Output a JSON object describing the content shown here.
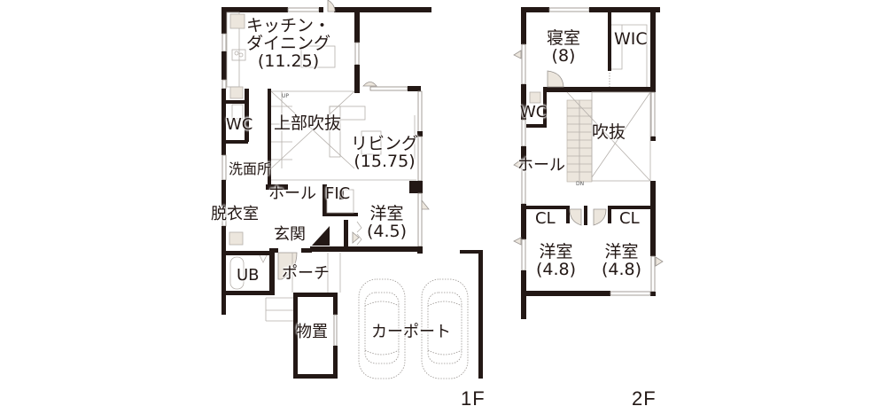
{
  "floor_plan": {
    "floors": [
      {
        "id": "1F",
        "label": "1F",
        "rooms": {
          "kitchen_dining": {
            "name_line1": "キッチン・",
            "name_line2": "ダイニング",
            "size": "(11.25)"
          },
          "open_above": {
            "name": "上部吹抜"
          },
          "living": {
            "name": "リビング",
            "size": "(15.75)"
          },
          "wc": {
            "name": "WC"
          },
          "washroom": {
            "name": "洗面所"
          },
          "hall": {
            "name": "ホール"
          },
          "fic": {
            "name": "FIC"
          },
          "dressing": {
            "name": "脱衣室"
          },
          "western_room": {
            "name": "洋室",
            "size": "(4.5)"
          },
          "entrance": {
            "name": "玄関"
          },
          "unit_bath": {
            "name": "UB"
          },
          "porch": {
            "name": "ポーチ"
          },
          "storage": {
            "name": "物置"
          },
          "carport": {
            "name": "カーポート"
          }
        },
        "stair_marker": "UP"
      },
      {
        "id": "2F",
        "label": "2F",
        "rooms": {
          "bedroom": {
            "name": "寝室",
            "size": "(8)"
          },
          "wic": {
            "name": "WIC"
          },
          "wc": {
            "name": "WC"
          },
          "atrium": {
            "name": "吹抜"
          },
          "hall": {
            "name": "ホール"
          },
          "closet_left": {
            "name": "CL"
          },
          "closet_right": {
            "name": "CL"
          },
          "western_room_left": {
            "name": "洋室",
            "size": "(4.8)"
          },
          "western_room_right": {
            "name": "洋室",
            "size": "(4.8)"
          }
        },
        "stair_marker": "DN"
      }
    ],
    "colors": {
      "wall": "#231815",
      "door_fill": "#ece6dd",
      "background": "#ffffff",
      "guide_line": "#b5b0ab"
    }
  }
}
